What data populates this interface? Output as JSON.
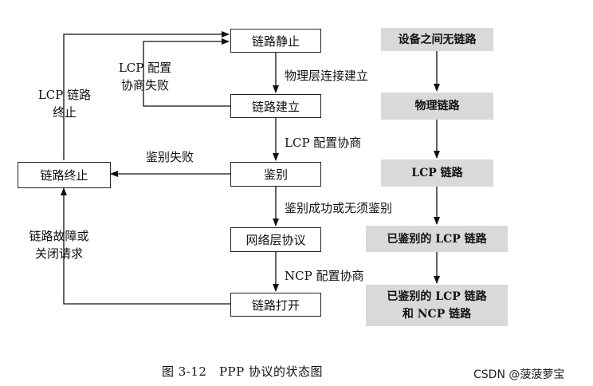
{
  "states": {
    "dead": "链路静止",
    "establish": "链路建立",
    "authenticate": "鉴别",
    "network": "网络层协议",
    "open": "链路打开",
    "terminate": "链路终止"
  },
  "transitions": {
    "physical_up": "物理层连接建立",
    "lcp_negotiate": "LCP 配置协商",
    "auth_ok": "鉴别成功或无须鉴别",
    "ncp_negotiate": "NCP 配置协商",
    "auth_fail": "鉴别失败",
    "lcp_fail_line1": "LCP 配置",
    "lcp_fail_line2": "协商失败",
    "lcp_term_line1": "LCP 链路",
    "lcp_term_line2": "终止",
    "fault_line1": "链路故障或",
    "fault_line2": "关闭请求"
  },
  "link_states": {
    "none": "设备之间无链路",
    "physical": "物理链路",
    "lcp": "LCP 链路",
    "auth_lcp": "已鉴别的 LCP 链路",
    "auth_lcp_ncp_line1": "已鉴别的 LCP 链路",
    "auth_lcp_ncp_line2": "和 NCP 链路"
  },
  "caption": "图 3-12　PPP 协议的状态图",
  "watermark": "CSDN @菠菠萝宝"
}
